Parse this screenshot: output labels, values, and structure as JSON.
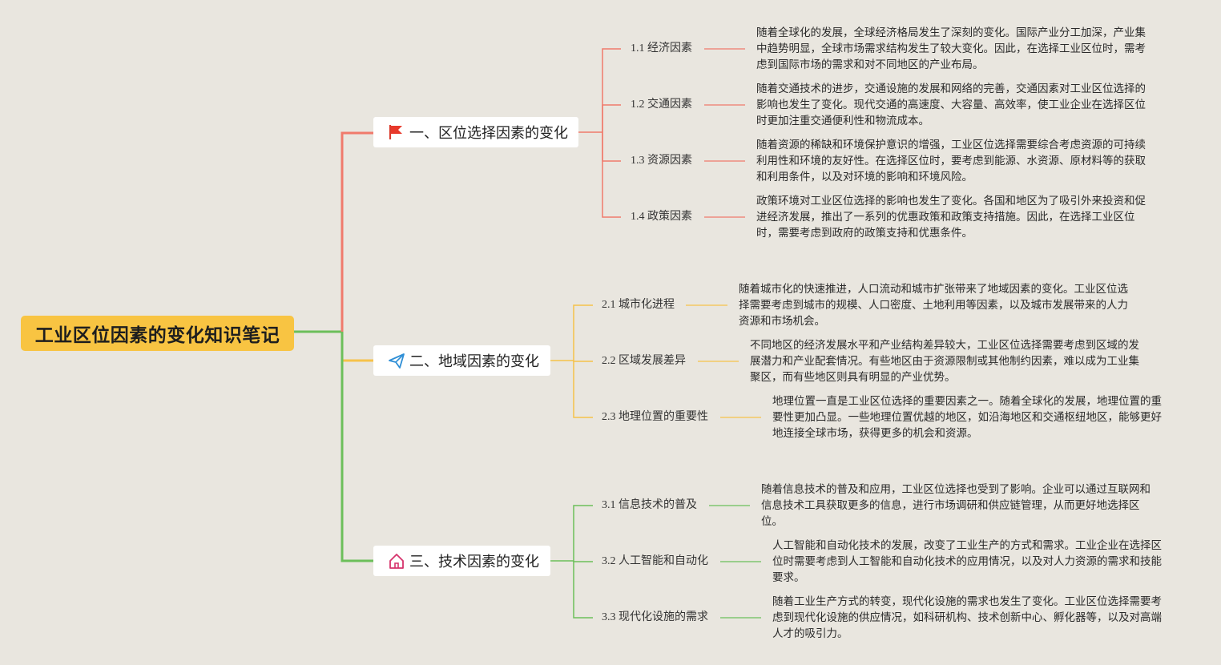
{
  "title": "工业区位因素的变化知识笔记",
  "branches": [
    {
      "label": "一、区位选择因素的变化",
      "icon": "flag-icon",
      "color": "#f07a6c",
      "children": [
        {
          "label": "1.1 经济因素",
          "note": "随着全球化的发展，全球经济格局发生了深刻的变化。国际产业分工加深，产业集中趋势明显，全球市场需求结构发生了较大变化。因此，在选择工业区位时，需考虑到国际市场的需求和对不同地区的产业布局。"
        },
        {
          "label": "1.2 交通因素",
          "note": "随着交通技术的进步，交通设施的发展和网络的完善，交通因素对工业区位选择的影响也发生了变化。现代交通的高速度、大容量、高效率，使工业企业在选择区位时更加注重交通便利性和物流成本。"
        },
        {
          "label": "1.3 资源因素",
          "note": "随着资源的稀缺和环境保护意识的增强，工业区位选择需要综合考虑资源的可持续利用性和环境的友好性。在选择区位时，要考虑到能源、水资源、原材料等的获取和利用条件，以及对环境的影响和环境风险。"
        },
        {
          "label": "1.4 政策因素",
          "note": "政策环境对工业区位选择的影响也发生了变化。各国和地区为了吸引外来投资和促进经济发展，推出了一系列的优惠政策和政策支持措施。因此，在选择工业区位时，需要考虑到政府的政策支持和优惠条件。"
        }
      ]
    },
    {
      "label": "二、地域因素的变化",
      "icon": "paper-plane-icon",
      "color": "#f6c24a",
      "children": [
        {
          "label": "2.1 城市化进程",
          "note": "随着城市化的快速推进，人口流动和城市扩张带来了地域因素的变化。工业区位选择需要考虑到城市的规模、人口密度、土地利用等因素，以及城市发展带来的人力资源和市场机会。"
        },
        {
          "label": "2.2 区域发展差异",
          "note": "不同地区的经济发展水平和产业结构差异较大，工业区位选择需要考虑到区域的发展潜力和产业配套情况。有些地区由于资源限制或其他制约因素，难以成为工业集聚区，而有些地区则具有明显的产业优势。"
        },
        {
          "label": "2.3 地理位置的重要性",
          "note": "地理位置一直是工业区位选择的重要因素之一。随着全球化的发展，地理位置的重要性更加凸显。一些地理位置优越的地区，如沿海地区和交通枢纽地区，能够更好地连接全球市场，获得更多的机会和资源。"
        }
      ]
    },
    {
      "label": "三、技术因素的变化",
      "icon": "home-icon",
      "color": "#6cbf5a",
      "children": [
        {
          "label": "3.1 信息技术的普及",
          "note": "随着信息技术的普及和应用，工业区位选择也受到了影响。企业可以通过互联网和信息技术工具获取更多的信息，进行市场调研和供应链管理，从而更好地选择区位。"
        },
        {
          "label": "3.2 人工智能和自动化",
          "note": "人工智能和自动化技术的发展，改变了工业生产的方式和需求。工业企业在选择区位时需要考虑到人工智能和自动化技术的应用情况，以及对人力资源的需求和技能要求。"
        },
        {
          "label": "3.3 现代化设施的需求",
          "note": "随着工业生产方式的转变，现代化设施的需求也发生了变化。工业区位选择需要考虑到现代化设施的供应情况，如科研机构、技术创新中心、孵化器等，以及对高端人才的吸引力。"
        }
      ]
    }
  ]
}
